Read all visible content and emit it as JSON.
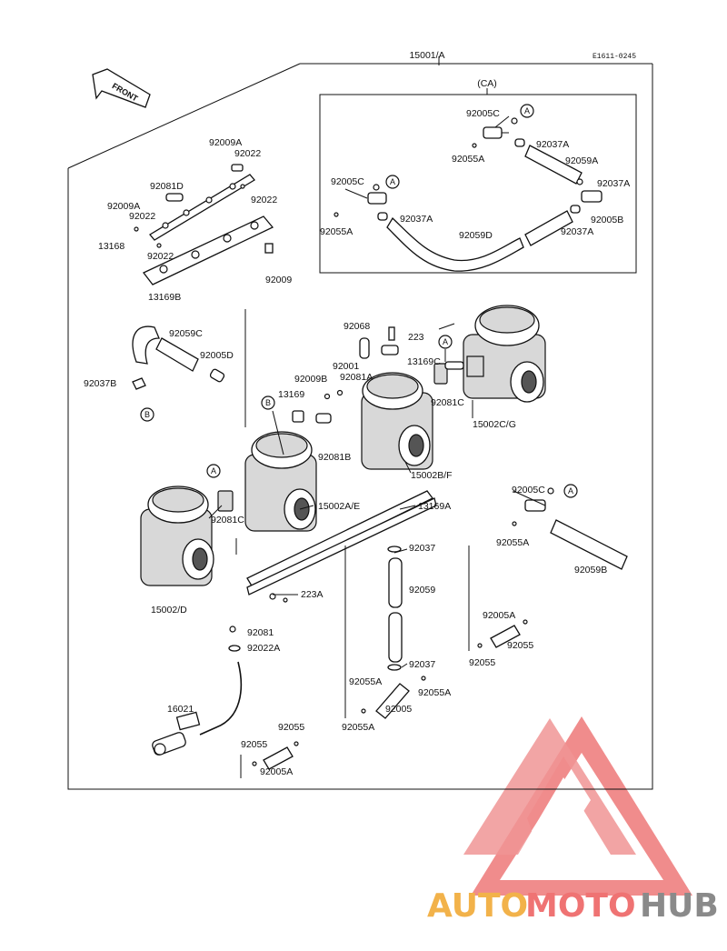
{
  "header": {
    "assembly_label": "15001/A",
    "diagram_code": "E1611-0245"
  },
  "front_label": "FRONT",
  "group_label": "(CA)",
  "parts": {
    "p92005C_1": "92005C",
    "p92055A_1": "92055A",
    "p92037A_1": "92037A",
    "p92059A": "92059A",
    "p92005C_2": "92005C",
    "p92055A_2": "92055A",
    "p92037A_2": "92037A",
    "p92059D": "92059D",
    "p92037A_3": "92037A",
    "p92005B": "92005B",
    "p92037A_4": "92037A",
    "p92009A_1": "92009A",
    "p92022_1": "92022",
    "p92081D": "92081D",
    "p92009A_2": "92009A",
    "p92022_2": "92022",
    "p92022_3": "92022",
    "p13168": "13168",
    "p92022_4": "92022",
    "p92009": "92009",
    "p13169B": "13169B",
    "p92059C": "92059C",
    "p92005D": "92005D",
    "p92037B": "92037B",
    "p92068": "92068",
    "p223": "223",
    "p92001": "92001",
    "p92081A": "92081A",
    "p92009B": "92009B",
    "p13169C": "13169C",
    "p13169": "13169",
    "p92081C_1": "92081C",
    "p15002CG": "15002C/G",
    "p92081B": "92081B",
    "p15002BF": "15002B/F",
    "p15002AE": "15002A/E",
    "p13169A": "13169A",
    "p92081C_2": "92081C",
    "p15002D": "15002/D",
    "p223A": "223A",
    "p92005C_3": "92005C",
    "p92055A_3": "92055A",
    "p92059B": "92059B",
    "p92037_1": "92037",
    "p92059": "92059",
    "p92037_2": "92037",
    "p92055A_4": "92055A",
    "p92055A_5": "92055A",
    "p92005": "92005",
    "p92055A_6": "92055A",
    "p92005A_1": "92005A",
    "p92055_1": "92055",
    "p92055_2": "92055",
    "p92081": "92081",
    "p92022A": "92022A",
    "p16021": "16021",
    "p92055_3": "92055",
    "p92055_4": "92055",
    "p92005A_2": "92005A"
  },
  "callouts": {
    "a": "A",
    "b": "B"
  },
  "watermark": {
    "part1": "AUTO",
    "part2": "MOTO",
    "part3": "HUB",
    "colors": {
      "auto": "#f2b24a",
      "moto": "#ef7373",
      "hub": "#8a8a8a",
      "logo": "#ef7f7f"
    }
  }
}
